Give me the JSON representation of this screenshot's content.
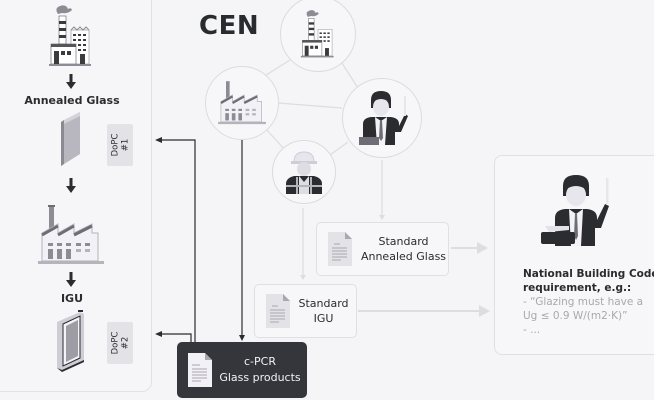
{
  "left_column": {
    "step1_label": "Annealed Glass",
    "step2_label": "IGU",
    "dopc1": "DoPC\n#1",
    "dopc2": "DoPC\n#2"
  },
  "cen": {
    "title": "CEN"
  },
  "documents": {
    "standard_annealed": "Standard\nAnnealed Glass",
    "standard_igu": "Standard\nIGU",
    "cpcr": "c-PCR\nGlass products"
  },
  "building_code": {
    "title_line1": "National Building Code",
    "title_line2": "requirement, e.g.:",
    "example_line1": "- “Glazing must have a",
    "example_line2": "Ug ≤ 0.9 W/(m2·K)”",
    "example_line3": "- ..."
  },
  "colors": {
    "dark_box": "#34363b",
    "arrow_dark": "#2b2c30",
    "arrow_light": "#dddce2",
    "background": "#f5f4f7"
  }
}
